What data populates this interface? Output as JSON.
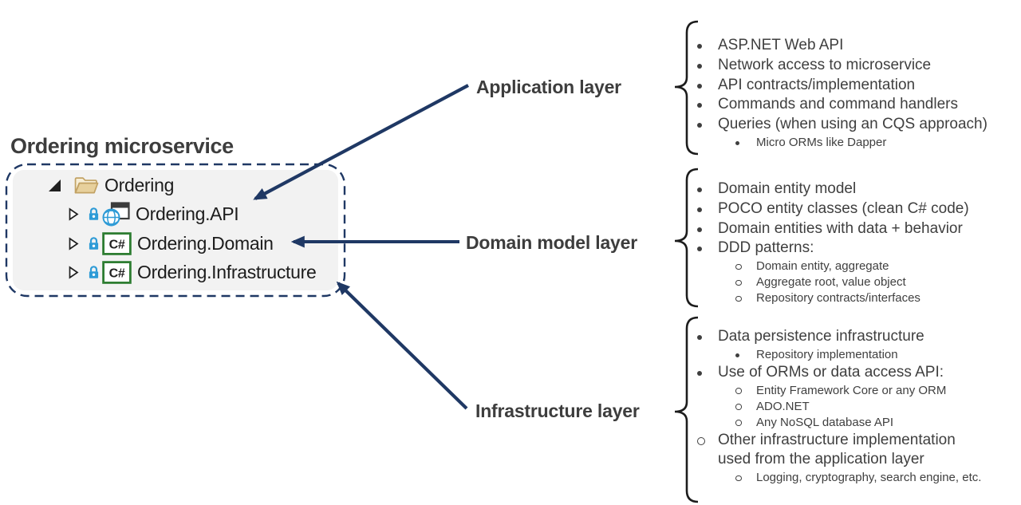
{
  "title": "Ordering microservice",
  "colors": {
    "accent_navy": "#1f3864",
    "brace_black": "#1c1c1c",
    "panel_bg": "#f2f2f2",
    "heading_text": "#3d3d3d",
    "list_text": "#3f3f3f",
    "folder_tan": "#d8b878",
    "lock_blue": "#2e9bd6",
    "csharp_green": "#2e7d32"
  },
  "solution_tree": {
    "root": {
      "label": "Ordering",
      "icon": "folder-open-icon",
      "expander": "expanded-triangle-icon"
    },
    "projects": [
      {
        "label": "Ordering.API",
        "icon": "web-api-project-icon",
        "badge": "lock-icon",
        "expander": "collapsed-triangle-icon"
      },
      {
        "label": "Ordering.Domain",
        "icon": "csharp-project-icon",
        "badge": "lock-icon",
        "expander": "collapsed-triangle-icon"
      },
      {
        "label": "Ordering.Infrastructure",
        "icon": "csharp-project-icon",
        "badge": "lock-icon",
        "expander": "collapsed-triangle-icon"
      }
    ]
  },
  "layers": [
    {
      "label": "Application layer",
      "items": [
        {
          "text": "ASP.NET Web API",
          "level": 1,
          "marker": "disc"
        },
        {
          "text": "Network access to microservice",
          "level": 1,
          "marker": "disc"
        },
        {
          "text": "API contracts/implementation",
          "level": 1,
          "marker": "disc"
        },
        {
          "text": "Commands and command handlers",
          "level": 1,
          "marker": "disc"
        },
        {
          "text": "Queries (when using an CQS approach)",
          "level": 1,
          "marker": "disc"
        },
        {
          "text": "Micro ORMs like Dapper",
          "level": 2,
          "marker": "disc"
        }
      ]
    },
    {
      "label": "Domain model layer",
      "items": [
        {
          "text": "Domain entity model",
          "level": 1,
          "marker": "disc"
        },
        {
          "text": "POCO entity classes (clean C# code)",
          "level": 1,
          "marker": "disc"
        },
        {
          "text": "Domain entities with data + behavior",
          "level": 1,
          "marker": "disc"
        },
        {
          "text": "DDD patterns:",
          "level": 1,
          "marker": "disc"
        },
        {
          "text": "Domain entity, aggregate",
          "level": 2,
          "marker": "circle"
        },
        {
          "text": "Aggregate root, value object",
          "level": 2,
          "marker": "circle"
        },
        {
          "text": "Repository contracts/interfaces",
          "level": 2,
          "marker": "circle"
        }
      ]
    },
    {
      "label": "Infrastructure layer",
      "items": [
        {
          "text": "Data persistence infrastructure",
          "level": 1,
          "marker": "disc"
        },
        {
          "text": "Repository implementation",
          "level": 2,
          "marker": "disc"
        },
        {
          "text": "Use of ORMs or data access API:",
          "level": 1,
          "marker": "disc"
        },
        {
          "text": "Entity Framework Core or any ORM",
          "level": 2,
          "marker": "circle"
        },
        {
          "text": "ADO.NET",
          "level": 2,
          "marker": "circle"
        },
        {
          "text": "Any NoSQL database API",
          "level": 2,
          "marker": "circle"
        },
        {
          "text": "Other infrastructure implementation used from the application layer",
          "level": 1,
          "marker": "circle"
        },
        {
          "text": "Logging, cryptography, search engine, etc.",
          "level": 2,
          "marker": "circle"
        }
      ]
    }
  ]
}
